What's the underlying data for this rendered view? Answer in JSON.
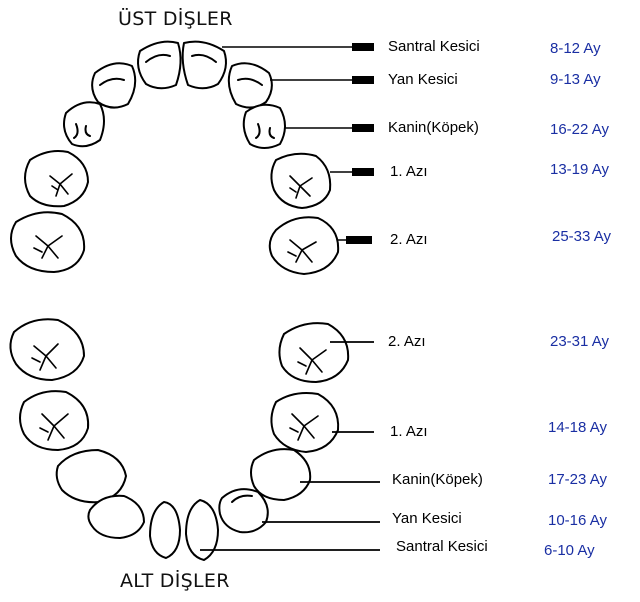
{
  "upper": {
    "title": "ÜST DİŞLER",
    "teeth": [
      {
        "name": "Santral Kesici",
        "age": "8-12 Ay"
      },
      {
        "name": "Yan Kesici",
        "age": "9-13 Ay"
      },
      {
        "name": "Kanin(Köpek)",
        "age": "16-22 Ay"
      },
      {
        "name": "1. Azı",
        "age": "13-19 Ay"
      },
      {
        "name": "2. Azı",
        "age": "25-33 Ay"
      }
    ]
  },
  "lower": {
    "title": "ALT DİŞLER",
    "teeth": [
      {
        "name": "2. Azı",
        "age": "23-31 Ay"
      },
      {
        "name": "1. Azı",
        "age": "14-18 Ay"
      },
      {
        "name": "Kanin(Köpek)",
        "age": "17-23 Ay"
      },
      {
        "name": "Yan Kesici",
        "age": "10-16 Ay"
      },
      {
        "name": "Santral Kesici",
        "age": "6-10 Ay"
      }
    ]
  },
  "colors": {
    "age_text": "#1a2fa3",
    "label_text": "#000000",
    "outline": "#000000"
  }
}
